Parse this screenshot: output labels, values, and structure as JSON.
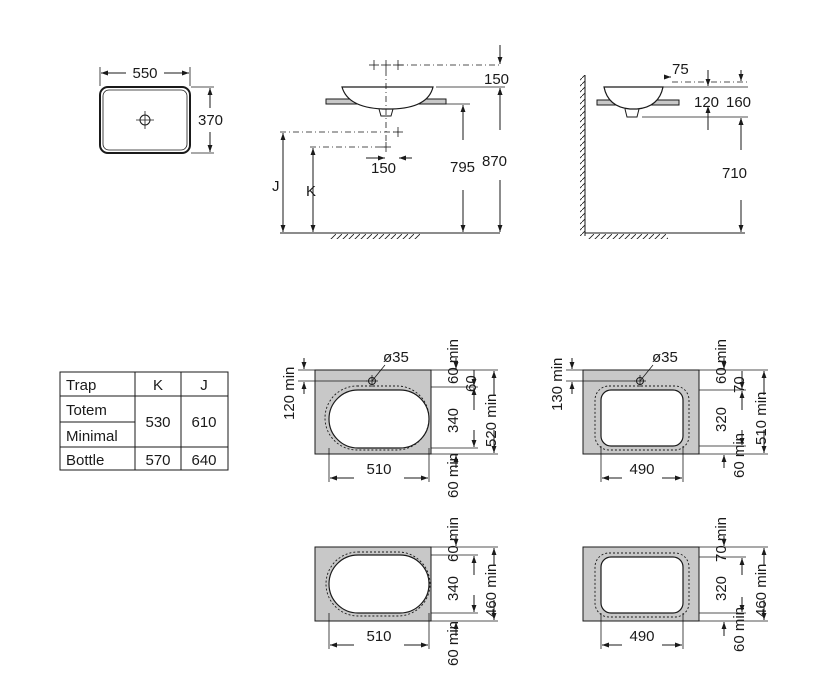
{
  "top_view": {
    "width": "550",
    "depth": "370"
  },
  "front_view": {
    "tap_offset": "150",
    "drain_offset": "150",
    "height_795": "795",
    "height_870": "870",
    "label_j": "J",
    "label_k": "K"
  },
  "side_view": {
    "tap_75": "75",
    "dim_120": "120",
    "dim_160": "160",
    "height_710": "710"
  },
  "trap_table": {
    "headers": [
      "Trap",
      "K",
      "J"
    ],
    "rows": [
      {
        "name": "Totem",
        "k": "",
        "j": ""
      },
      {
        "name": "Minimal",
        "k": "",
        "j": ""
      },
      {
        "name": "Bottle",
        "k": "570",
        "j": "640"
      }
    ],
    "merged_k": "530",
    "merged_j": "610"
  },
  "cutouts": {
    "oval_tap": {
      "min_top": "120 min",
      "hole": "ø35",
      "top": "60 min",
      "top_gap": "60",
      "height": "340",
      "total": "520 min",
      "bottom": "60 min",
      "width": "510"
    },
    "rect_tap": {
      "min_top": "130 min",
      "hole": "ø35",
      "top": "60 min",
      "top_gap": "70",
      "height": "320",
      "total": "510 min",
      "bottom": "60 min",
      "width": "490"
    },
    "oval_plain": {
      "top": "60 min",
      "height": "340",
      "total": "460 min",
      "bottom": "60 min",
      "width": "510"
    },
    "rect_plain": {
      "top": "70 min",
      "height": "320",
      "total": "460 min",
      "bottom": "60 min",
      "width": "490"
    }
  }
}
